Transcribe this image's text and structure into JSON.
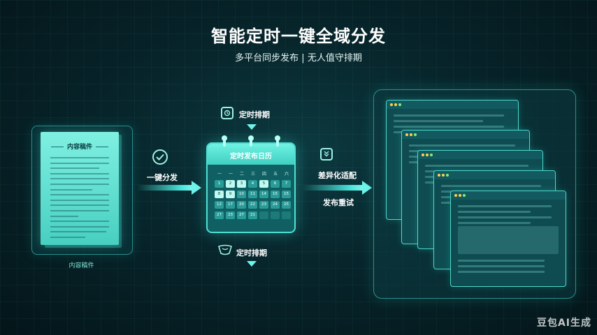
{
  "header": {
    "title": "智能定时一键全域分发",
    "subtitle": "多平台同步发布 | 无人值守排期"
  },
  "draft": {
    "doc_heading": "内容稿件",
    "caption": "内容稿件"
  },
  "steps": {
    "publish_label": "一键分发",
    "schedule_top_label": "定时排期",
    "schedule_bottom_label": "定时排期",
    "adapt_label": "差异化适配",
    "retry_label": "发布重试"
  },
  "calendar": {
    "title": "定时发布日历",
    "weekdays": [
      "一",
      "一",
      "二",
      "三",
      "四",
      "五",
      "六"
    ],
    "rows": [
      [
        "1",
        "2",
        "3",
        "4",
        "5",
        "6",
        "7"
      ],
      [
        "8",
        "9",
        "10",
        "11",
        "14",
        "15",
        "15"
      ],
      [
        "12",
        "17",
        "20",
        "22",
        "23",
        "24",
        "25"
      ],
      [
        "27",
        "23",
        "27",
        "21",
        "",
        "",
        ""
      ]
    ],
    "highlighted": [
      "2",
      "3",
      "5",
      "8",
      "9"
    ]
  },
  "watermark": "豆包AI生成",
  "colors": {
    "accent": "#49e6dc",
    "background": "#07252b",
    "calendar_body": "#0f5f63"
  }
}
